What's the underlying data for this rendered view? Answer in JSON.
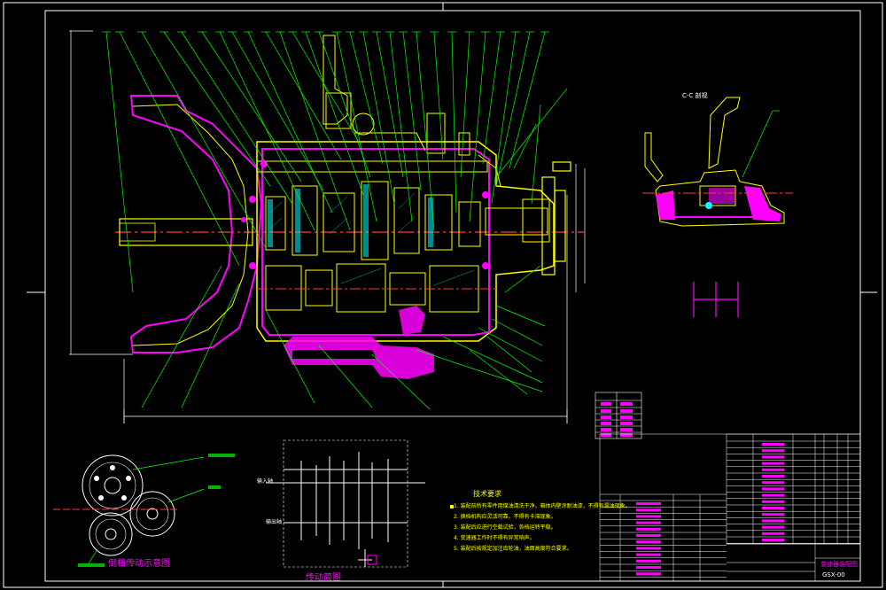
{
  "drawing": {
    "section_label": "C-C 剖视",
    "transmission_diagram_label": "传动简图",
    "gear_diagram_label": "倒档传动示意图",
    "technical_requirements": {
      "heading": "技术要求",
      "items": [
        "1. 装配前所有零件用煤油清洗干净，箱体内壁涂耐油漆，不得有漏油现象。",
        "2. 换档机构应灵活可靠，不得有卡滞现象。",
        "3. 装配后应进行空载试验，各档运转平稳。",
        "4. 变速器工作时不得有异常响声。",
        "5. 装配后按规定加注齿轮油，油面高度符合要求。"
      ]
    },
    "input_label": "输入轴",
    "output_label": "输出轴",
    "title_block": {
      "title": "变速器装配图",
      "drawing_number": "GSX-00"
    },
    "colors": {
      "background": "#000000",
      "frame": "#ffffff",
      "outline": "#ffff00",
      "leader": "#00ff00",
      "centerline": "#ff3b3b",
      "section_fill": "#ff00ff",
      "table_text": "#ff00ff",
      "dimension": "#00ffff"
    }
  }
}
